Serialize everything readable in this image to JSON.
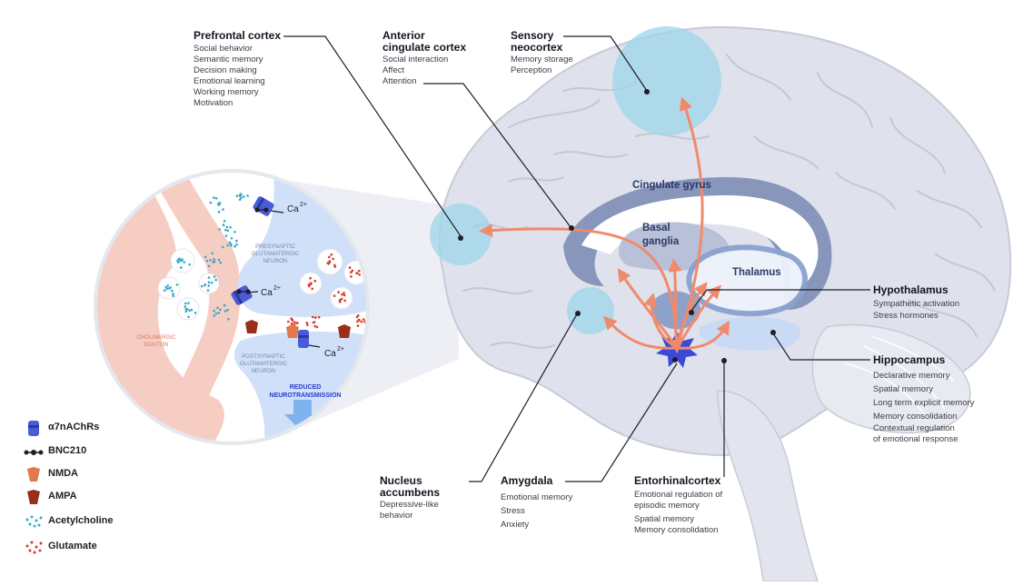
{
  "regions": {
    "prefrontal": {
      "title": "Prefrontal cortex",
      "items": [
        "Social behavior",
        "Semantic memory",
        "Decision making",
        "Emotional learning",
        "Working memory",
        "Motivation"
      ]
    },
    "anterior_cingulate": {
      "title_line1": "Anterior",
      "title_line2": "cingulate cortex",
      "items": [
        "Social interaction",
        "Affect",
        "Attention"
      ]
    },
    "sensory_neocortex": {
      "title_line1": "Sensory",
      "title_line2": "neocortex",
      "items": [
        "Memory storage",
        "Perception"
      ]
    },
    "hypothalamus": {
      "title": "Hypothalamus",
      "items": [
        "Sympathetic activation",
        "Stress hormones"
      ]
    },
    "hippocampus": {
      "title": "Hippocampus",
      "items": [
        "Declarative memory",
        "Spatial memory",
        "Long term explicit memory",
        "Memory consolidation",
        "Contextual regulation",
        "of emotional response"
      ]
    },
    "nucleus_accumbens": {
      "title_line1": "Nucleus",
      "title_line2": "accumbens",
      "items": [
        "Depressive-like",
        "behavior"
      ]
    },
    "amygdala": {
      "title": "Amygdala",
      "items": [
        "Emotional memory",
        "Stress",
        "Anxiety"
      ]
    },
    "entorhinal": {
      "title": "Entorhinalcortex",
      "items": [
        "Emotional regulation of",
        "episodic memory",
        "Spatial memory",
        "Memory consolidation"
      ]
    }
  },
  "brain_labels": {
    "cingulate_gyrus": "Cingulate gyrus",
    "basal_ganglia_line1": "Basal",
    "basal_ganglia_line2": "ganglia",
    "thalamus": "Thalamus"
  },
  "synapse": {
    "ca_label": "Ca",
    "ca_superscript": "2+",
    "presynaptic_line1": "PRESYNAPTIC",
    "presynaptic_line2": "GLUTAMATERGIC",
    "presynaptic_line3": "NEURON",
    "postsynaptic_line1": "POSTSYNAPTIC",
    "postsynaptic_line2": "GLUTAMATERGIC",
    "postsynaptic_line3": "NEURON",
    "cholinergic_line1": "CHOLINERGIC",
    "cholinergic_line2": "BOUTON",
    "reduced_line1": "REDUCED",
    "reduced_line2": "NEUROTRANSMISSION"
  },
  "legend": [
    {
      "label": "α7nAChRs",
      "icon": "a7-receptor-icon"
    },
    {
      "label": "BNC210",
      "icon": "bnc210-molecule-icon"
    },
    {
      "label": "NMDA",
      "icon": "nmda-receptor-icon"
    },
    {
      "label": "AMPA",
      "icon": "ampa-receptor-icon"
    },
    {
      "label": "Acetylcholine",
      "icon": "acetylcholine-dots-icon"
    },
    {
      "label": "Glutamate",
      "icon": "glutamate-dots-icon"
    }
  ],
  "colors": {
    "brain_fill": "#dfe2ec",
    "brain_outline": "#c7cbd8",
    "cortex_blue": "#c9d3e6",
    "deep_blue": "#5b6fa8",
    "sky_highlight": "#9dd6ea",
    "arrow_salmon": "#f08a6c",
    "receptor_blue": "#4a5bd8",
    "acetylcholine": "#3aa8c9",
    "glutamate": "#d8382c",
    "cholinergic_bouton": "#f6cdc2",
    "neuron_blue": "#cfe0f8"
  }
}
